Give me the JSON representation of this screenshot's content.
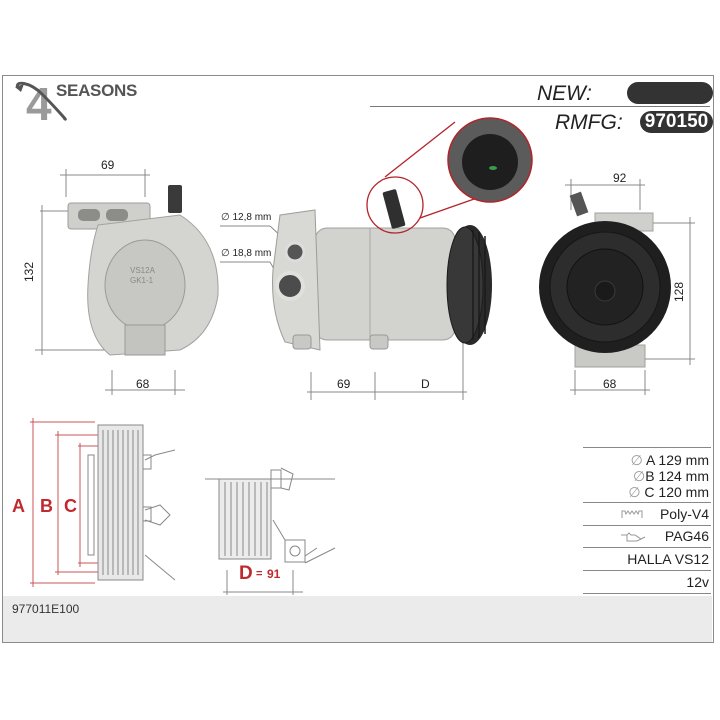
{
  "brand": {
    "logo_numeral": "4",
    "logo_text": "SEASONS"
  },
  "header": {
    "new_label": "NEW:",
    "new_value": "",
    "rmfg_label": "RMFG:",
    "rmfg_value": "970150"
  },
  "views": {
    "rear_view": {
      "width_top": "69",
      "height": "132",
      "width_bottom": "68"
    },
    "side_view": {
      "port_small": "∅ 12,8 mm",
      "port_large": "∅ 18,8 mm",
      "dim_left": "69",
      "dim_right": "D"
    },
    "front_view": {
      "width_top": "92",
      "height": "128",
      "width_bottom": "68"
    }
  },
  "pulley_diagram": {
    "labels": [
      "A",
      "B",
      "C"
    ]
  },
  "depth_diagram": {
    "label": "D",
    "equals": "=",
    "value": "91"
  },
  "specs": [
    {
      "icon": "diameter-icon",
      "text": "A 129 mm"
    },
    {
      "icon": "diameter-icon",
      "text": "B  124 mm"
    },
    {
      "icon": "diameter-icon",
      "text": "C 120 mm"
    },
    {
      "icon": "belt-icon",
      "text": "Poly-V4"
    },
    {
      "icon": "oil-can-icon",
      "text": "PAG46"
    },
    {
      "icon": "",
      "text": "HALLA VS12"
    },
    {
      "icon": "",
      "text": "12v"
    }
  ],
  "footer": {
    "oe_number": "977011E100"
  },
  "colors": {
    "accent_red": "#c0292e",
    "pill_dark": "#333333",
    "frame_gray": "#8a8a8a"
  }
}
